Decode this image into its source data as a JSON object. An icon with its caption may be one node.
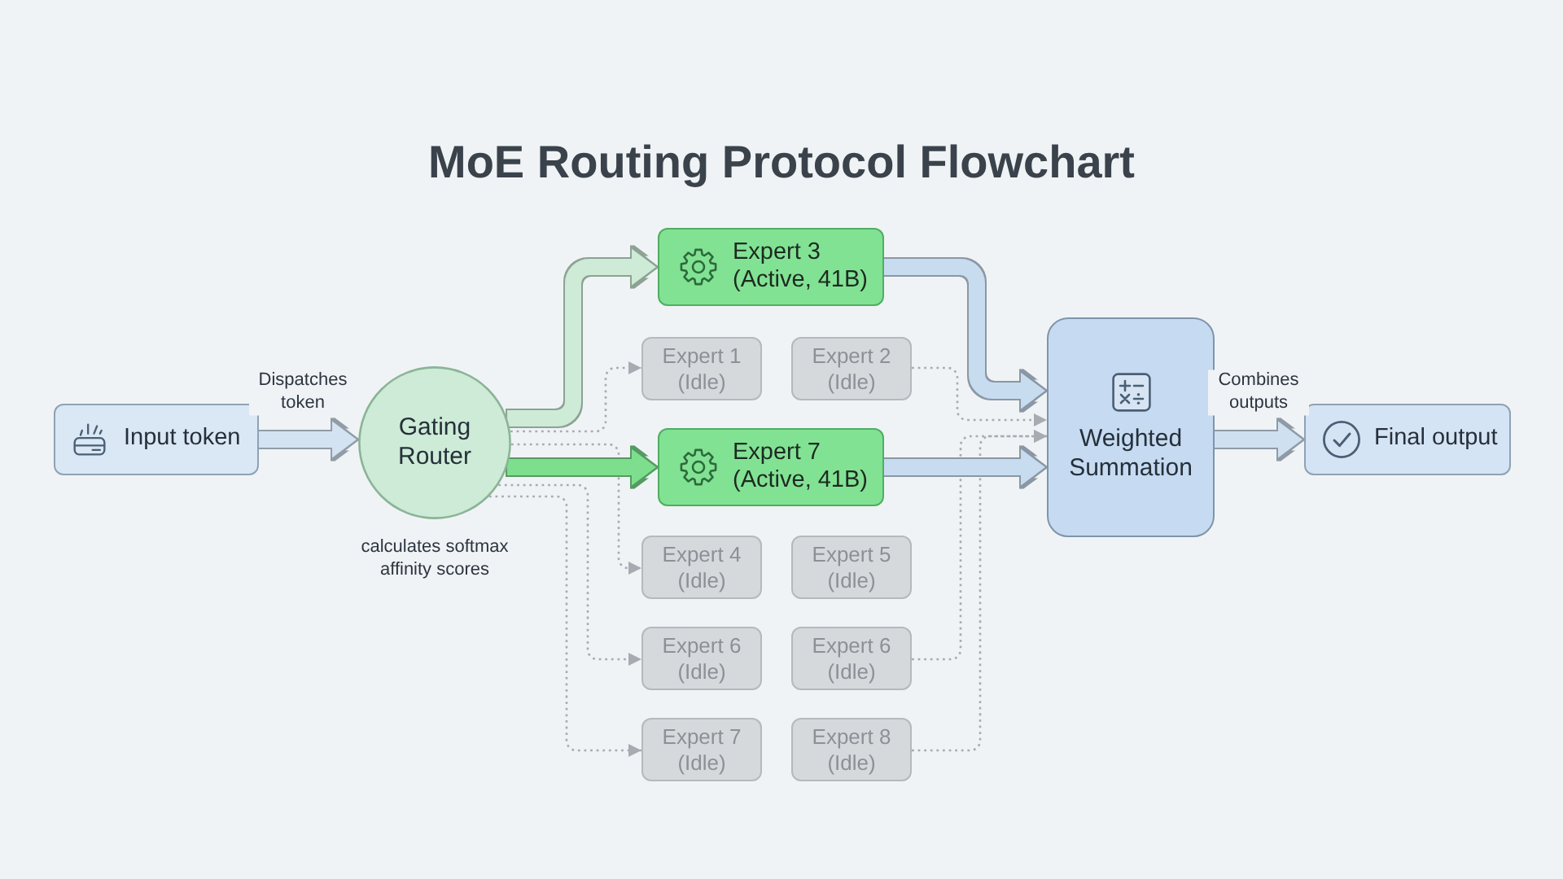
{
  "diagram": {
    "title": "MoE Routing Protocol Flowchart",
    "nodes": [
      {
        "text": [
          "Input token"
        ]
      },
      {
        "text": [
          "Gating Router"
        ],
        "beside": [
          "calculates softmax affinity scores"
        ]
      },
      {
        "text": [
          "Expert 3 (Active, 41B)"
        ]
      },
      {
        "text": [
          "Expert 1 (Idle)"
        ]
      },
      {
        "text": [
          "Expert 2 (Idle)"
        ]
      },
      {
        "text": [
          "Expert 7 (Active, 41B)"
        ]
      },
      {
        "text": [
          "Expert 4 (Idle)"
        ]
      },
      {
        "text": [
          "Expert 5 (Idle)"
        ]
      },
      {
        "text": [
          "Expert 6 (Idle)"
        ]
      },
      {
        "text": [
          "Expert 6 (Idle)"
        ]
      },
      {
        "text": [
          "Expert 7 (Idle)"
        ]
      },
      {
        "text": [
          "Expert 8 (Idle)"
        ]
      },
      {
        "text": [
          "Weighted Summation"
        ]
      },
      {
        "text": [
          "Final output"
        ]
      }
    ],
    "edges": [
      {
        "from": 0,
        "to": 1,
        "arrow": "to",
        "label": "Dispatches token",
        "style": "thick",
        "color": "#d3e3f2"
      },
      {
        "from": 1,
        "to": 2,
        "arrow": "to",
        "style": "thick",
        "color": "#cdebd6"
      },
      {
        "from": 1,
        "to": 3,
        "arrow": "to",
        "style": "dashed"
      },
      {
        "from": 1,
        "to": 5,
        "arrow": "to",
        "style": "thick",
        "color": "#7ddf8e"
      },
      {
        "from": 1,
        "to": 6,
        "arrow": "to",
        "style": "dashed"
      },
      {
        "from": 1,
        "to": 8,
        "arrow": "to",
        "style": "dashed"
      },
      {
        "from": 1,
        "to": 10,
        "arrow": "to",
        "style": "dashed"
      },
      {
        "from": 2,
        "to": 12,
        "arrow": "to",
        "style": "thick",
        "color": "#c8dcef"
      },
      {
        "from": 4,
        "to": 12,
        "arrow": "to",
        "style": "dashed"
      },
      {
        "from": 5,
        "to": 12,
        "arrow": "to",
        "style": "thick",
        "color": "#c8dcef"
      },
      {
        "from": 9,
        "to": 12,
        "arrow": "to",
        "style": "dashed"
      },
      {
        "from": 11,
        "to": 12,
        "arrow": "to",
        "style": "dashed"
      },
      {
        "from": 12,
        "to": 13,
        "arrow": "to",
        "label": "Combines outputs",
        "style": "thick",
        "color": "#cfe0f1"
      }
    ]
  }
}
